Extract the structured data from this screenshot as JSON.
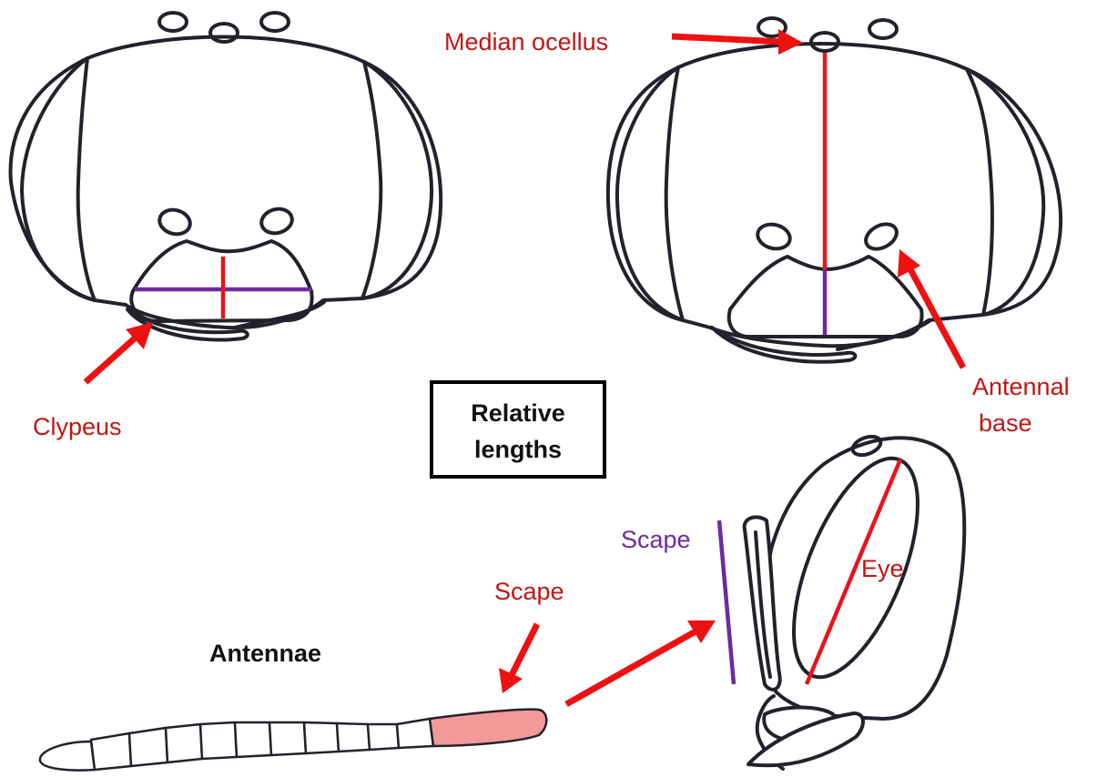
{
  "labels": {
    "median_ocellus": "Median ocellus",
    "clypeus": "Clypeus",
    "antennal_base_line1": "Antennal",
    "antennal_base_line2": "base",
    "relative_lengths_line1": "Relative",
    "relative_lengths_line2": "lengths",
    "scape_purple": "Scape",
    "scape_red": "Scape",
    "eye": "Eye",
    "antennae": "Antennae"
  },
  "colors": {
    "outline": "#22222c",
    "measure_red": "#e8141c",
    "measure_purple": "#6d2aa0",
    "arrow_red": "#ee1111",
    "label_red": "#c41414",
    "scape_fill": "#f29a9a"
  }
}
